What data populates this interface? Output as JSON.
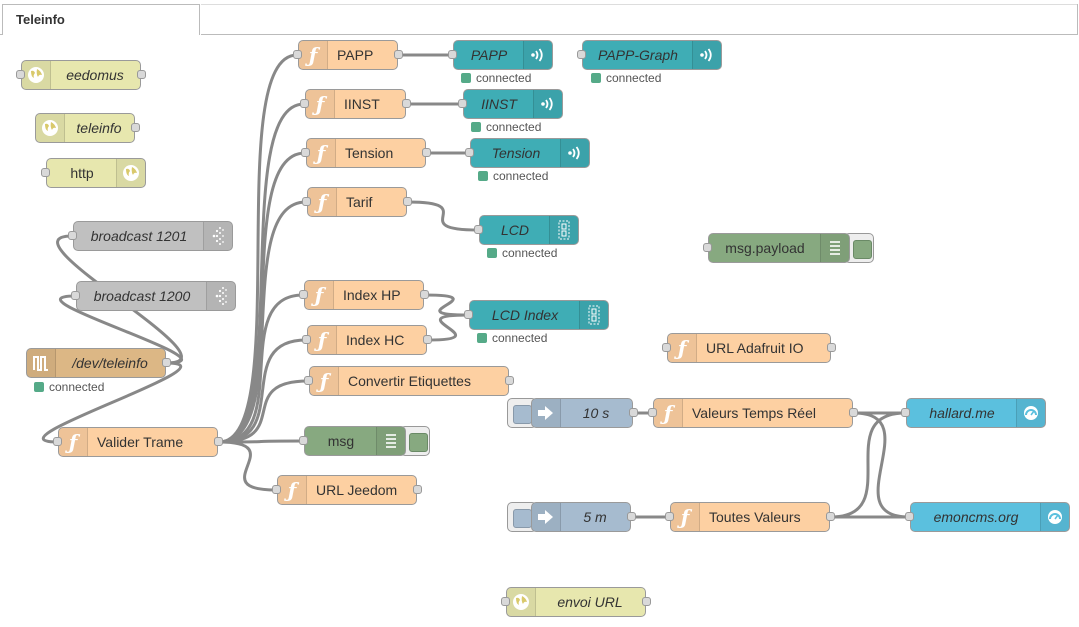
{
  "tab": {
    "label": "Teleinfo"
  },
  "colors": {
    "function": "#fdd0a2",
    "http": "#e7e7ae",
    "websocket": "#3fadb5",
    "serial": "#dcb785",
    "udp": "#c0c0c0",
    "debug": "#87a980",
    "inject": "#a6bbcf",
    "emoncms": "#5bc0de",
    "status_green": "#55aa88"
  },
  "nodes": {
    "eedomus": {
      "label": "eedomus",
      "icon": "globe-icon"
    },
    "teleinfo_http": {
      "label": "teleinfo",
      "icon": "globe-icon"
    },
    "http": {
      "label": "http",
      "icon": "globe-icon"
    },
    "broadcast1201": {
      "label": "broadcast 1201",
      "icon": "broadcast-icon"
    },
    "broadcast1200": {
      "label": "broadcast 1200",
      "icon": "broadcast-icon"
    },
    "dev_teleinfo": {
      "label": "/dev/teleinfo",
      "icon": "serial-icon",
      "status": "connected"
    },
    "valider_trame": {
      "label": "Valider Trame",
      "icon": "function-icon"
    },
    "papp_fn": {
      "label": "PAPP",
      "icon": "function-icon"
    },
    "iinst_fn": {
      "label": "IINST",
      "icon": "function-icon"
    },
    "tension_fn": {
      "label": "Tension",
      "icon": "function-icon"
    },
    "tarif_fn": {
      "label": "Tarif",
      "icon": "function-icon"
    },
    "index_hp_fn": {
      "label": "Index HP",
      "icon": "function-icon"
    },
    "index_hc_fn": {
      "label": "Index HC",
      "icon": "function-icon"
    },
    "convertir_fn": {
      "label": "Convertir Etiquettes",
      "icon": "function-icon"
    },
    "msg_debug": {
      "label": "msg",
      "icon": "debug-icon"
    },
    "url_jeedom": {
      "label": "URL Jeedom",
      "icon": "function-icon"
    },
    "papp_ws": {
      "label": "PAPP",
      "icon": "websocket-icon",
      "status": "connected"
    },
    "papp_graph_ws": {
      "label": "PAPP-Graph",
      "icon": "websocket-icon",
      "status": "connected"
    },
    "iinst_ws": {
      "label": "IINST",
      "icon": "websocket-icon",
      "status": "connected"
    },
    "tension_ws": {
      "label": "Tension",
      "icon": "websocket-icon",
      "status": "connected"
    },
    "lcd_ws": {
      "label": "LCD",
      "icon": "websocket-icon",
      "status": "connected"
    },
    "lcd_index_ws": {
      "label": "LCD Index",
      "icon": "websocket-icon",
      "status": "connected"
    },
    "msg_payload": {
      "label": "msg.payload",
      "icon": "debug-icon"
    },
    "url_adafruit": {
      "label": "URL Adafruit IO",
      "icon": "function-icon"
    },
    "inject_10s": {
      "label": "10 s",
      "icon": "inject-icon"
    },
    "valeurs_tr": {
      "label": "Valeurs Temps Réel",
      "icon": "function-icon"
    },
    "hallard": {
      "label": "hallard.me",
      "icon": "emoncms-icon"
    },
    "inject_5m": {
      "label": "5 m",
      "icon": "inject-icon"
    },
    "toutes_valeurs": {
      "label": "Toutes Valeurs",
      "icon": "function-icon"
    },
    "emoncms": {
      "label": "emoncms.org",
      "icon": "emoncms-icon"
    },
    "envoi_url": {
      "label": "envoi URL",
      "icon": "globe-icon"
    }
  }
}
